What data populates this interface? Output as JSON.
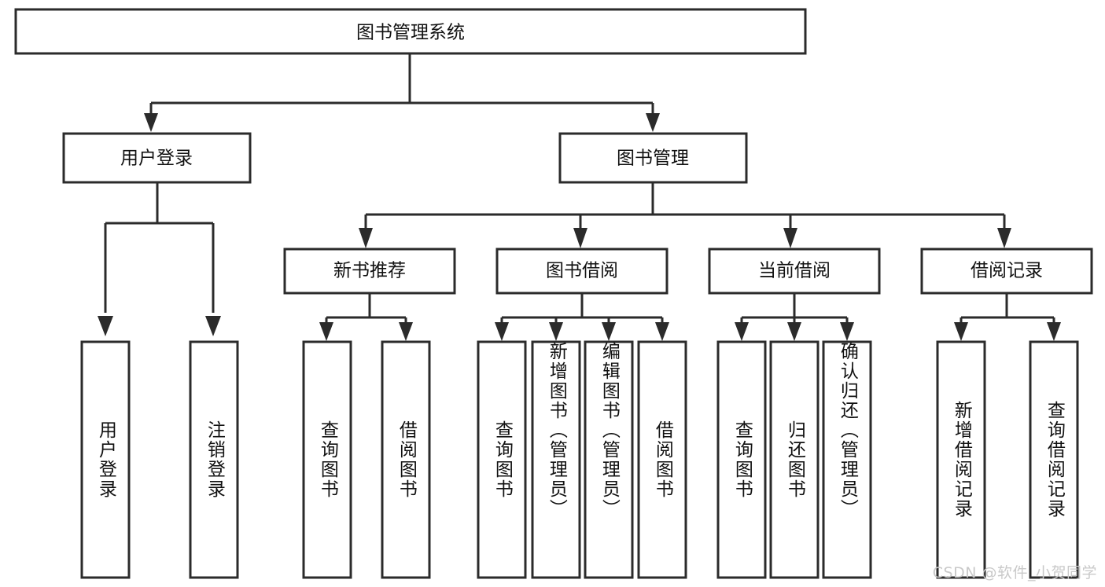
{
  "diagram": {
    "type": "tree-hierarchy",
    "title": "图书管理系统",
    "watermark": "CSDN @软件_小贺同学",
    "colors": {
      "box_stroke": "#2b2b2b",
      "box_fill": "#ffffff",
      "text": "#111111",
      "watermark": "#c9c9c9",
      "background": "#ffffff"
    },
    "levels": {
      "level1": [
        {
          "id": "root",
          "label": "图书管理系统",
          "orientation": "horizontal"
        }
      ],
      "level2": [
        {
          "id": "user-login",
          "label": "用户登录",
          "orientation": "horizontal",
          "parent": "root"
        },
        {
          "id": "book-manage",
          "label": "图书管理",
          "orientation": "horizontal",
          "parent": "root"
        }
      ],
      "level3": [
        {
          "id": "new-book-rec",
          "label": "新书推荐",
          "orientation": "horizontal",
          "parent": "book-manage"
        },
        {
          "id": "book-borrow",
          "label": "图书借阅",
          "orientation": "horizontal",
          "parent": "book-manage"
        },
        {
          "id": "current-borrow",
          "label": "当前借阅",
          "orientation": "horizontal",
          "parent": "book-manage"
        },
        {
          "id": "borrow-record",
          "label": "借阅记录",
          "orientation": "horizontal",
          "parent": "book-manage"
        }
      ],
      "level4": [
        {
          "id": "leaf-user-login",
          "label": "用户登录",
          "orientation": "vertical",
          "parent": "user-login"
        },
        {
          "id": "leaf-logout",
          "label": "注销登录",
          "orientation": "vertical",
          "parent": "user-login"
        },
        {
          "id": "leaf-query-book-1",
          "label": "查询图书",
          "orientation": "vertical",
          "parent": "new-book-rec"
        },
        {
          "id": "leaf-borrow-book-1",
          "label": "借阅图书",
          "orientation": "vertical",
          "parent": "new-book-rec"
        },
        {
          "id": "leaf-query-book-2",
          "label": "查询图书",
          "orientation": "vertical",
          "parent": "book-borrow"
        },
        {
          "id": "leaf-add-book",
          "label": "新增图书（管理员）",
          "orientation": "vertical",
          "parent": "book-borrow"
        },
        {
          "id": "leaf-edit-book",
          "label": "编辑图书（管理员）",
          "orientation": "vertical",
          "parent": "book-borrow"
        },
        {
          "id": "leaf-borrow-book-2",
          "label": "借阅图书",
          "orientation": "vertical",
          "parent": "book-borrow"
        },
        {
          "id": "leaf-query-book-3",
          "label": "查询图书",
          "orientation": "vertical",
          "parent": "current-borrow"
        },
        {
          "id": "leaf-return-book",
          "label": "归还图书",
          "orientation": "vertical",
          "parent": "current-borrow"
        },
        {
          "id": "leaf-confirm-return",
          "label": "确认归还（管理员）",
          "orientation": "vertical",
          "parent": "current-borrow"
        },
        {
          "id": "leaf-add-record",
          "label": "新增借阅记录",
          "orientation": "vertical",
          "parent": "borrow-record"
        },
        {
          "id": "leaf-query-record",
          "label": "查询借阅记录",
          "orientation": "vertical",
          "parent": "borrow-record"
        }
      ]
    }
  }
}
